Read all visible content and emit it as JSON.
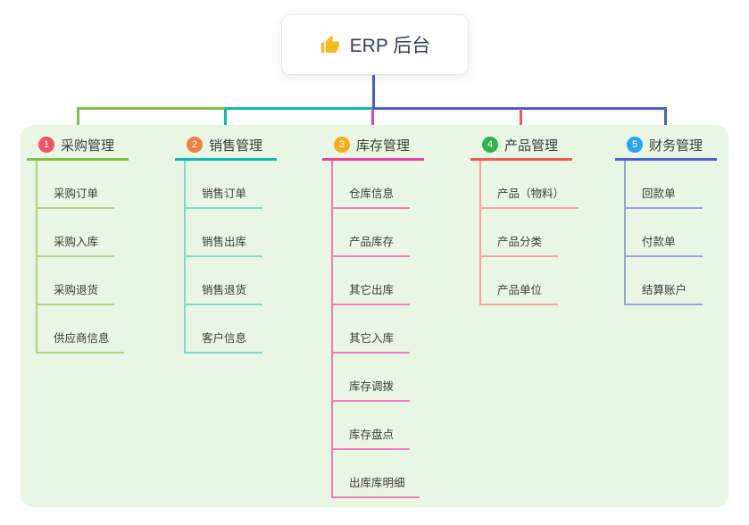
{
  "root": {
    "label": "ERP 后台",
    "icon": "thumbs-up-icon",
    "icon_color": "#f5b820"
  },
  "canvas": {
    "background": "#ffffff",
    "panel_background": "#eaf6e4",
    "root_connector_color": "#4a5fd2"
  },
  "branches": [
    {
      "badge": "1",
      "label": "采购管理",
      "colors": {
        "main": "#7fc144",
        "child": "#a9d584",
        "badge": "#f4526b"
      },
      "children": [
        {
          "label": "采购订单"
        },
        {
          "label": "采购入库"
        },
        {
          "label": "采购退货"
        },
        {
          "label": "供应商信息"
        }
      ]
    },
    {
      "badge": "2",
      "label": "销售管理",
      "colors": {
        "main": "#12b8b2",
        "child": "#7ed8d0",
        "badge": "#f0803f"
      },
      "children": [
        {
          "label": "销售订单"
        },
        {
          "label": "销售出库"
        },
        {
          "label": "销售退货"
        },
        {
          "label": "客户信息"
        }
      ]
    },
    {
      "badge": "3",
      "label": "库存管理",
      "colors": {
        "main": "#e8439a",
        "child": "#f07cc0",
        "badge": "#f8ab1a"
      },
      "children": [
        {
          "label": "仓库信息"
        },
        {
          "label": "产品库存"
        },
        {
          "label": "其它出库"
        },
        {
          "label": "其它入库"
        },
        {
          "label": "库存调拨"
        },
        {
          "label": "库存盘点"
        },
        {
          "label": "出库库明细"
        }
      ]
    },
    {
      "badge": "4",
      "label": "产品管理",
      "colors": {
        "main": "#f15b56",
        "child": "#f7a39c",
        "badge": "#2db44e"
      },
      "children": [
        {
          "label": "产品（物料）"
        },
        {
          "label": "产品分类"
        },
        {
          "label": "产品单位"
        }
      ]
    },
    {
      "badge": "5",
      "label": "财务管理",
      "colors": {
        "main": "#4a5fd2",
        "child": "#93a3dc",
        "badge": "#29a4e9"
      },
      "children": [
        {
          "label": "回款单"
        },
        {
          "label": "付款单"
        },
        {
          "label": "结算账户"
        }
      ]
    }
  ]
}
